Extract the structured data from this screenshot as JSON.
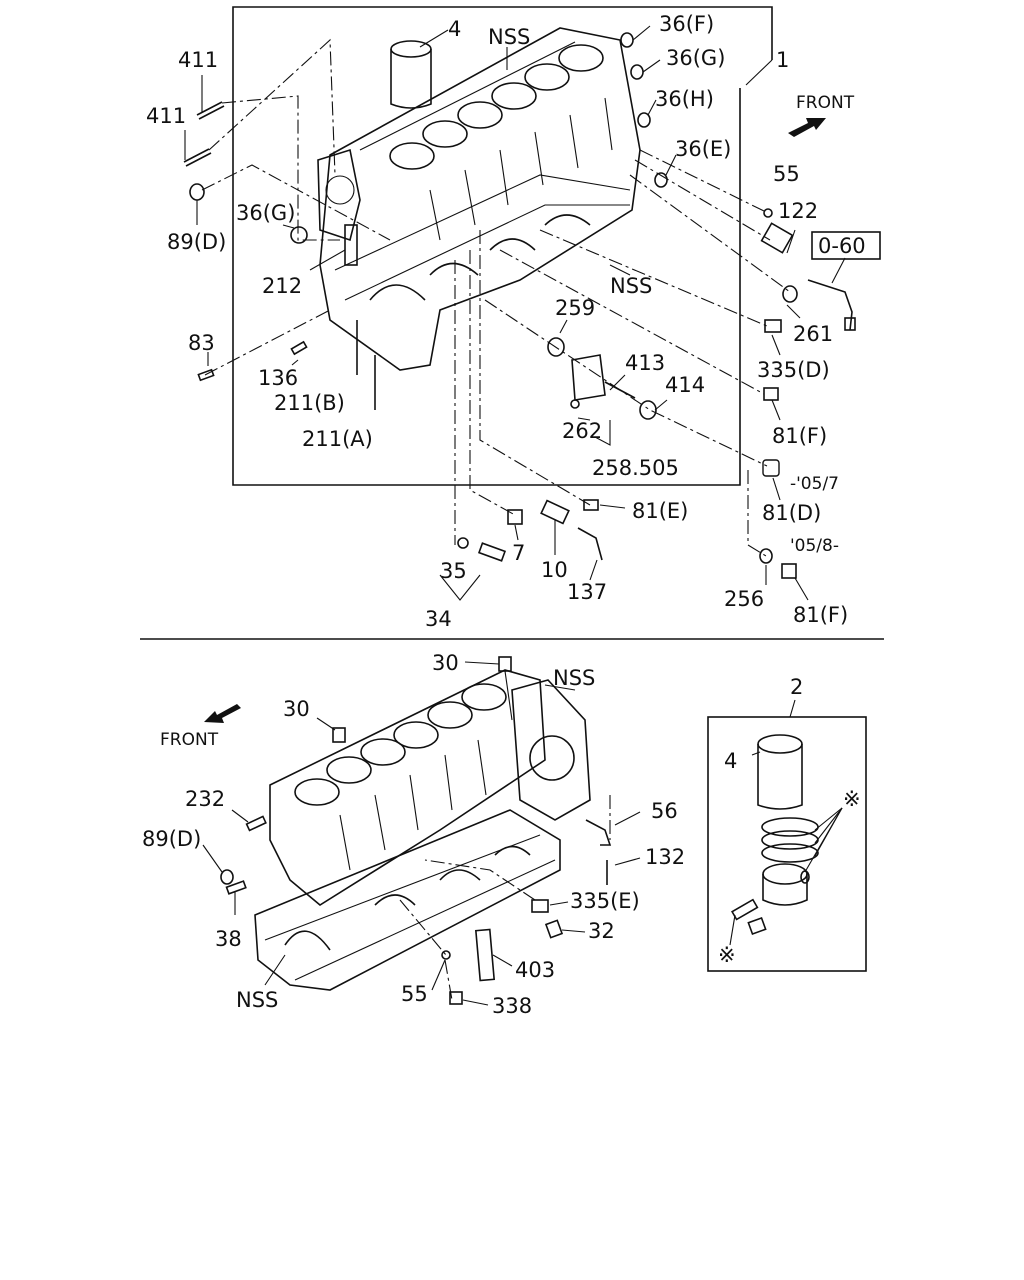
{
  "labels": {
    "top": {
      "l4": "4",
      "lnss1": "NSS",
      "l36f": "36(F)",
      "l36g": "36(G)",
      "l36h": "36(H)",
      "l36e": "36(E)",
      "l1": "1",
      "lfront": "FRONT",
      "l411a": "411",
      "l411b": "411",
      "l89d": "89(D)",
      "l36g2": "36(G)",
      "l212": "212",
      "l55": "55",
      "l122": "122",
      "l060": "0-60",
      "lnss2": "NSS",
      "l261": "261",
      "l83": "83",
      "l136": "136",
      "l211b": "211(B)",
      "l211a": "211(A)",
      "l259": "259",
      "l413": "413",
      "l414": "414",
      "l335d": "335(D)",
      "l262": "262",
      "l81f": "81(F)",
      "l258": "258.505",
      "l0507": "-'05/7",
      "l81e": "81(E)",
      "l81d": "81(D)",
      "l7": "7",
      "l10": "10",
      "l0508": "'05/8-",
      "l35": "35",
      "l137": "137",
      "l256": "256",
      "l81f2": "81(F)",
      "l34": "34"
    },
    "bottom": {
      "l30a": "30",
      "lnss3": "NSS",
      "l30b": "30",
      "lfront2": "FRONT",
      "l2": "2",
      "l4b": "4",
      "lstar1": "※",
      "l232": "232",
      "l56": "56",
      "l89d2": "89(D)",
      "l132": "132",
      "l335e": "335(E)",
      "l38": "38",
      "l32": "32",
      "lnss4": "NSS",
      "l403": "403",
      "l55b": "55",
      "l338": "338",
      "lstar2": "※"
    }
  },
  "icons": {
    "front_arrow_top": "front-arrow-icon",
    "front_arrow_bottom": "front-arrow-icon"
  }
}
